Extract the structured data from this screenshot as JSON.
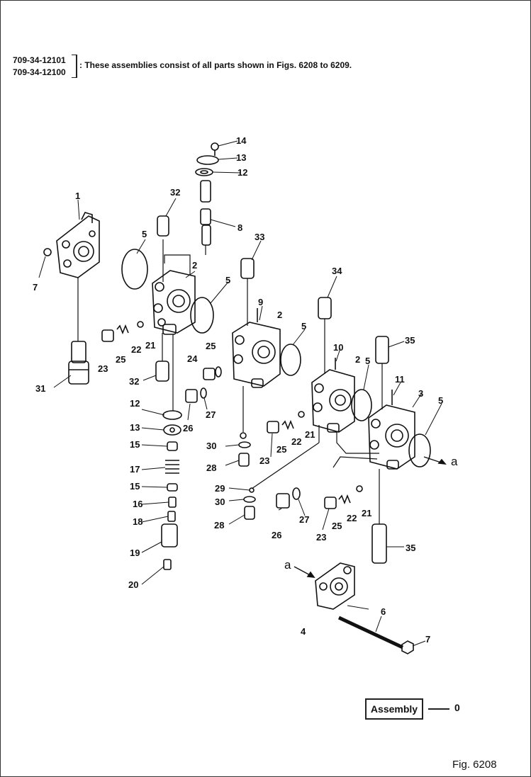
{
  "header": {
    "part_numbers": [
      "709-34-12101",
      "709-34-12100"
    ],
    "note": ": These assemblies consist of all parts shown in Figs. 6208 to 6209."
  },
  "callouts": {
    "c1": "1",
    "c2a": "2",
    "c2b": "2",
    "c2c": "2",
    "c3": "3",
    "c4": "4",
    "c5a": "5",
    "c5b": "5",
    "c5c": "5",
    "c5d": "5",
    "c5e": "5",
    "c6": "6",
    "c7a": "7",
    "c7b": "7",
    "c8": "8",
    "c9": "9",
    "c10": "10",
    "c11": "11",
    "c12a": "12",
    "c12b": "12",
    "c13a": "13",
    "c13b": "13",
    "c14": "14",
    "c15a": "15",
    "c15b": "15",
    "c16": "16",
    "c17": "17",
    "c18": "18",
    "c19": "19",
    "c20": "20",
    "c21a": "21",
    "c21b": "21",
    "c21c": "21",
    "c22a": "22",
    "c22b": "22",
    "c22c": "22",
    "c23a": "23",
    "c23b": "23",
    "c23c": "23",
    "c24": "24",
    "c25a": "25",
    "c25b": "25",
    "c25c": "25",
    "c25d": "25",
    "c26a": "26",
    "c26b": "26",
    "c27a": "27",
    "c27b": "27",
    "c28a": "28",
    "c28b": "28",
    "c29": "29",
    "c30a": "30",
    "c30b": "30",
    "c31": "31",
    "c32a": "32",
    "c32b": "32",
    "c33": "33",
    "c34": "34",
    "c35a": "35",
    "c35b": "35",
    "ca1": "a",
    "ca2": "a"
  },
  "footer": {
    "assembly_label": "Assembly",
    "assembly_value": "0",
    "figure_label": "Fig. 6208"
  }
}
